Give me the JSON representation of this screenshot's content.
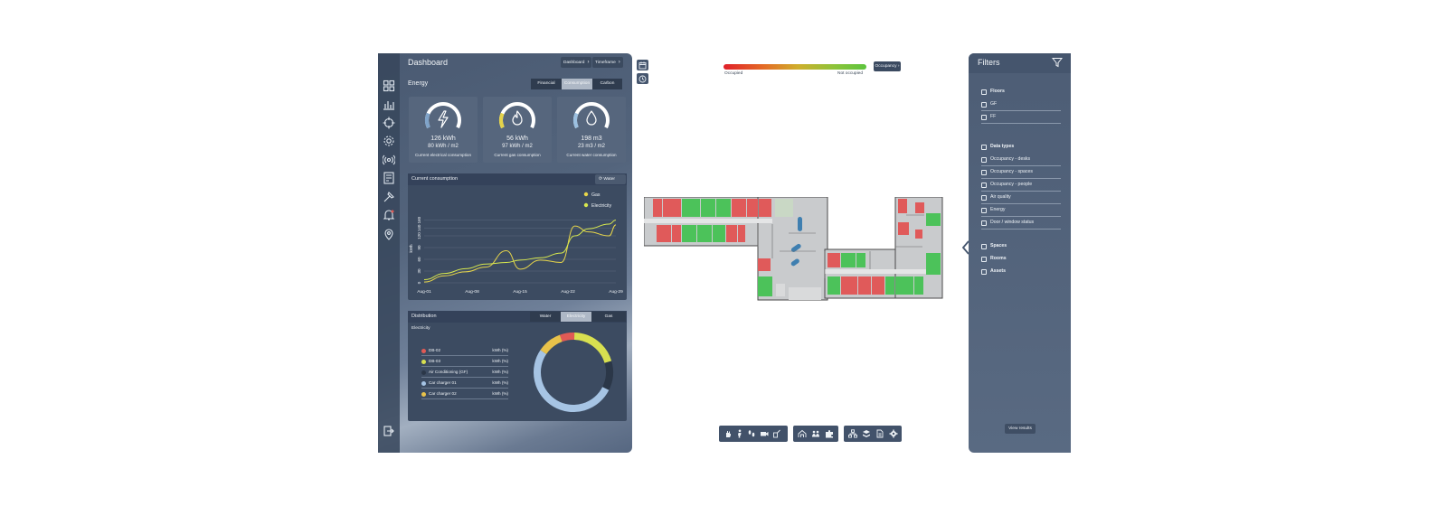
{
  "dashboard": {
    "title": "Dashboard",
    "breadcrumbs": [
      "Dashboard",
      "Timeframe"
    ],
    "section": "Energy",
    "tabs": [
      {
        "label": "Financial",
        "active": false
      },
      {
        "label": "Consumption",
        "active": true
      },
      {
        "label": "Carbon",
        "active": false
      }
    ],
    "gauges": [
      {
        "value": "126 kWh",
        "sub": "80 kWh / m2",
        "caption": "Current electrical consumption",
        "icon": "lightning-icon",
        "color": "#7fa3c9",
        "fill": 0.7
      },
      {
        "value": "56 kWh",
        "sub": "97 kWh / m2",
        "caption": "Current gas consumption",
        "icon": "flame-icon",
        "color": "#e4d34a",
        "fill": 0.3
      },
      {
        "value": "198 m3",
        "sub": "23 m3 / m2",
        "caption": "Current water consumption",
        "icon": "water-drop-icon",
        "color": "#9cc0e0",
        "fill": 0.25
      }
    ],
    "current": {
      "title": "Current consumption",
      "button": "Water"
    },
    "distribution": {
      "title": "Distribution",
      "tabs": [
        {
          "label": "Water",
          "active": false
        },
        {
          "label": "Electricity",
          "active": true
        },
        {
          "label": "Gas",
          "active": false
        }
      ],
      "subtitle": "Electricity",
      "legend": [
        {
          "name": "DB-02",
          "unit": "kWh (%)",
          "color": "#e05a55"
        },
        {
          "name": "DB-03",
          "unit": "kWh (%)",
          "color": "#d8e050"
        },
        {
          "name": "Air Conditioning (GF)",
          "unit": "kWh (%)",
          "color": "#2b3748"
        },
        {
          "name": "Car charger 01",
          "unit": "kWh (%)",
          "color": "#a6c4e4"
        },
        {
          "name": "Car charger 02",
          "unit": "kWh (%)",
          "color": "#e8c24a"
        }
      ]
    }
  },
  "map": {
    "legend_left": "Occupied",
    "legend_right": "Not occupied",
    "mode_button": "Occupancy"
  },
  "filters": {
    "title": "Filters",
    "groups": [
      {
        "items": [
          {
            "label": "Floors",
            "bold": true
          },
          {
            "label": "GF",
            "bold": false
          },
          {
            "label": "FF",
            "bold": false
          }
        ]
      },
      {
        "items": [
          {
            "label": "Data types",
            "bold": true
          },
          {
            "label": "Occupancy - desks",
            "bold": false
          },
          {
            "label": "Occupancy - spaces",
            "bold": false
          },
          {
            "label": "Occupancy - people",
            "bold": false
          },
          {
            "label": "Air quality",
            "bold": false
          },
          {
            "label": "Energy",
            "bold": false
          },
          {
            "label": "Door / window status",
            "bold": false
          }
        ]
      },
      {
        "items": [
          {
            "label": "Spaces",
            "bold": true
          },
          {
            "label": "Rooms",
            "bold": true
          },
          {
            "label": "Assets",
            "bold": true
          }
        ]
      }
    ],
    "view_button": "View results"
  },
  "chart_data": [
    {
      "type": "line",
      "xlabel": "",
      "ylabel": "kWh",
      "ylim": [
        0,
        180
      ],
      "yticks": [
        0,
        30,
        60,
        90,
        120,
        140,
        160
      ],
      "x_ticks": [
        "Aug-01",
        "Aug-08",
        "Aug-15",
        "Aug-22",
        "Aug-29"
      ],
      "x": [
        0,
        3,
        6,
        9,
        12,
        14,
        17,
        20,
        22,
        24,
        27,
        28
      ],
      "legend_position": "top-right",
      "grid": true,
      "series": [
        {
          "name": "Gas",
          "color": "#e8d64a",
          "values": [
            2,
            18,
            28,
            40,
            82,
            35,
            58,
            52,
            145,
            130,
            120,
            148
          ]
        },
        {
          "name": "Electricity",
          "color": "#d7e84e",
          "values": [
            8,
            24,
            36,
            48,
            52,
            58,
            64,
            76,
            120,
            138,
            150,
            160
          ]
        }
      ]
    },
    {
      "type": "pie",
      "categories": [
        "DB-02",
        "DB-03",
        "Air Conditioning (GF)",
        "Car charger 01",
        "Car charger 02"
      ],
      "values": [
        6,
        20,
        12,
        52,
        10
      ]
    }
  ]
}
